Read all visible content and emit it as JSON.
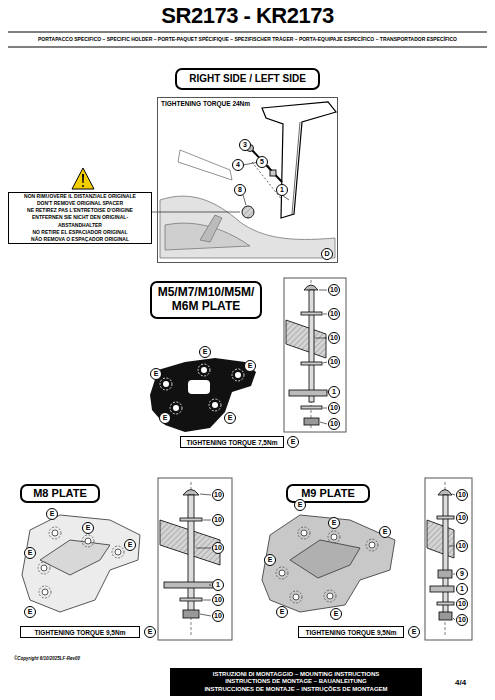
{
  "diagram": {
    "title": "SR2173 - KR2173",
    "nodes": [
      {
        "text": [
          "RIGHT SIDE / LEFT SIDE"
        ]
      },
      {
        "text": [
          "TIGHTENING TORQUE 24Nm"
        ]
      },
      {
        "text": [
          "NON RIMUOVERE IL DISTANZIALE ORIGINALE",
          "DON'T REMOVE ORIGINAL SPACER",
          "NE RETIREZ PAS L'ENTRETOISE D'ORIGINE",
          "ENTFERNEN SIE NICHT DEN ORIGINAL-ABSTANDHALTER",
          "NO RETIRE EL ESPACIADOR ORIGINAL",
          "NÃO REMOVA O ESPAÇADOR ORIGINAL"
        ]
      },
      {
        "text": [
          "M5/M7/M10/M5M/ M6M PLATE"
        ]
      },
      {
        "text": [
          "TIGHTENING TORQUE 7,5Nm"
        ]
      },
      {
        "text": [
          "M8 PLATE"
        ]
      },
      {
        "text": [
          "TIGHTENING TORQUE 9,5Nm"
        ]
      },
      {
        "text": [
          "M9 PLATE"
        ]
      },
      {
        "text": [
          "TIGHTENING TORQUE 9,5Nm"
        ]
      },
      {
        "text": [
          "ISTRUZIONI DI MONTAGGIO – MOUNTING INSTRUCTIONS",
          "INSTRUCTIONS DE MONTAGE – BAUANLEITUNG",
          "INSTRUCCIONES DE MONTAJE – INSTRUÇÕES DE MONTAGEM"
        ]
      }
    ],
    "labels": [
      "PORTAPACCO SPECIFICO – SPECIFIC HOLDER – PORTE-PAQUET SPÉCIFIQUE – SPEZIFISCHER TRÄGER – PORTA-EQUIPAJE ESPECÍFICO – TRANSPORTADOR ESPECÍFICO",
      "3",
      "4",
      "5",
      "8",
      "1",
      "D",
      "E",
      "E",
      "E",
      "E",
      "E",
      "10",
      "10",
      "10",
      "10",
      "1",
      "10",
      "10",
      "E",
      "E",
      "E",
      "E",
      "E",
      "E",
      "10",
      "10",
      "10",
      "1",
      "10",
      "10",
      "E",
      "E",
      "E",
      "E",
      "E",
      "E",
      "E",
      "10",
      "10",
      "10",
      "9",
      "1",
      "10",
      "10",
      "E",
      "4/4",
      "©Copyright 6/10/2025LF-Rev00"
    ]
  }
}
